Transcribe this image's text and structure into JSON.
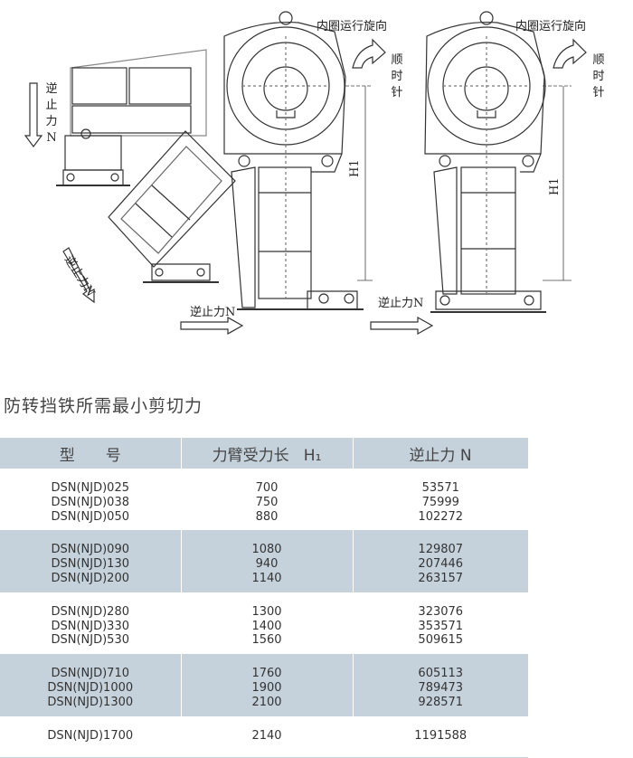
{
  "diagram": {
    "labels": {
      "inner_ring_rotation": "内圈运行旋向",
      "clockwise": "顺时针",
      "stopping_force": "逆止力N",
      "height_label": "H1"
    }
  },
  "section_title": "防转挡铁所需最小剪切力",
  "table": {
    "headers": {
      "model": "型　　号",
      "arm_length": "力臂受力长",
      "arm_length_symbol": "H₁",
      "force": "逆止力 N"
    },
    "groups": [
      {
        "models": [
          "DSN(NJD)025",
          "DSN(NJD)038",
          "DSN(NJD)050"
        ],
        "arm": [
          "700",
          "750",
          "880"
        ],
        "force": [
          "53571",
          "75999",
          "102272"
        ]
      },
      {
        "models": [
          "DSN(NJD)090",
          "DSN(NJD)130",
          "DSN(NJD)200"
        ],
        "arm": [
          "1080",
          "940",
          "1140"
        ],
        "force": [
          "129807",
          "207446",
          "263157"
        ]
      },
      {
        "models": [
          "DSN(NJD)280",
          "DSN(NJD)330",
          "DSN(NJD)530"
        ],
        "arm": [
          "1300",
          "1400",
          "1560"
        ],
        "force": [
          "323076",
          "353571",
          "509615"
        ]
      },
      {
        "models": [
          "DSN(NJD)710",
          "DSN(NJD)1000",
          "DSN(NJD)1300"
        ],
        "arm": [
          "1760",
          "1900",
          "2100"
        ],
        "force": [
          "605113",
          "789473",
          "928571"
        ]
      },
      {
        "models": [
          "DSN(NJD)1700"
        ],
        "arm": [
          "2140"
        ],
        "force": [
          "1191588"
        ]
      }
    ]
  }
}
